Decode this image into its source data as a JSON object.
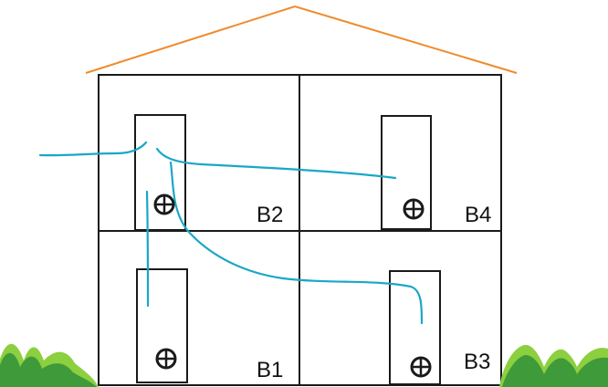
{
  "colors": {
    "background": "#ffffff",
    "roof": "#f08a2c",
    "walls": "#1a1a1a",
    "cable": "#1aa7c7",
    "grass_light": "#8ccf3f",
    "grass_dark": "#3f9a3a"
  },
  "rooms": [
    {
      "id": "B1",
      "label": "B1"
    },
    {
      "id": "B2",
      "label": "B2"
    },
    {
      "id": "B3",
      "label": "B3"
    },
    {
      "id": "B4",
      "label": "B4"
    }
  ],
  "icons": {
    "outlet": "circle-cross-outlet-icon",
    "grass": "grass-tuft-icon"
  }
}
